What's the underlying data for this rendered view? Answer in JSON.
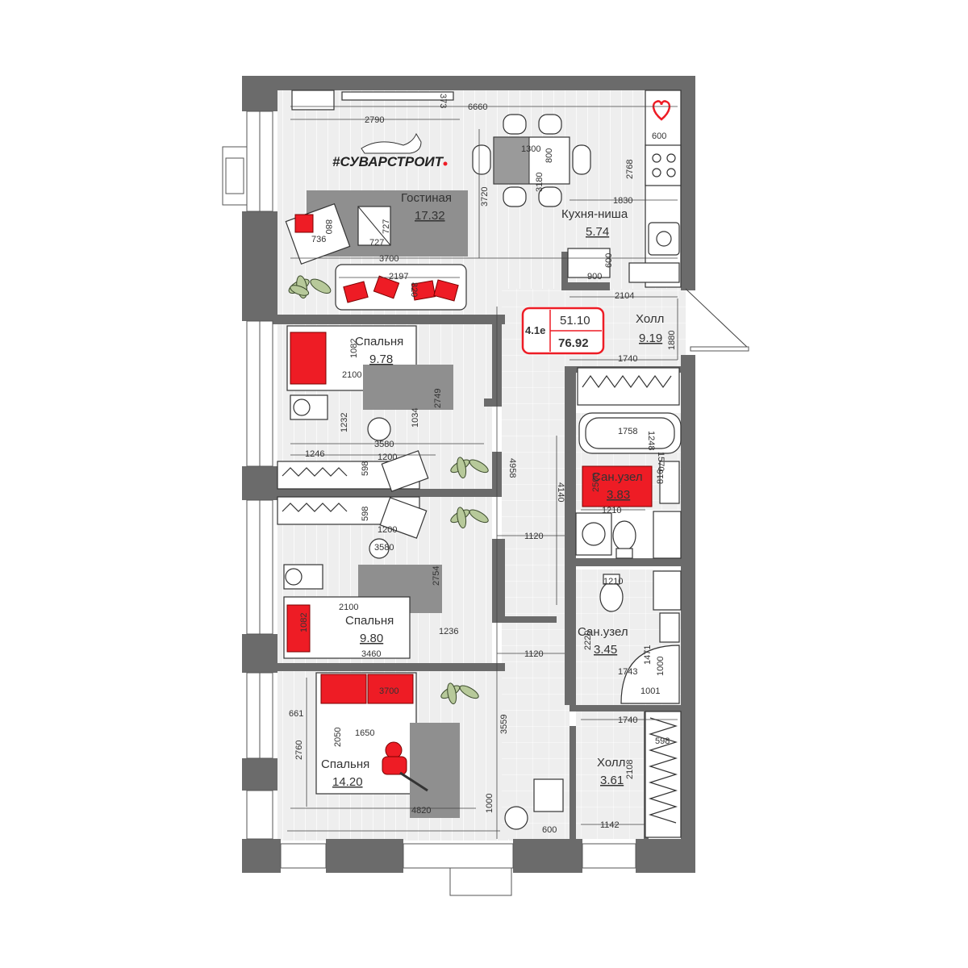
{
  "logo": {
    "text": "#СУВАРСТРОИТ"
  },
  "apartment": {
    "code": "4.1e",
    "living_area": "51.10",
    "total_area": "76.92"
  },
  "rooms": {
    "living": {
      "name": "Гостиная",
      "area": "17.32"
    },
    "kitchen": {
      "name": "Кухня-ниша",
      "area": "5.74"
    },
    "hall1": {
      "name": "Холл",
      "area": "9.19"
    },
    "bed1": {
      "name": "Спальня",
      "area": "9.78"
    },
    "bath1": {
      "name": "Сан.узел",
      "area": "3.83"
    },
    "bed2": {
      "name": "Спальня",
      "area": "9.80"
    },
    "bath2": {
      "name": "Сан.узел",
      "area": "3.45"
    },
    "bed3": {
      "name": "Спальня",
      "area": "14.20"
    },
    "hall2": {
      "name": "Холл",
      "area": "3.61"
    }
  },
  "dims": {
    "d6660": "6660",
    "d2790": "2790",
    "d373": "373",
    "d1300": "1300",
    "d800": "800",
    "d3180": "3180",
    "d3720": "3720",
    "d600k": "600",
    "d2768": "2768",
    "d1830": "1830",
    "d880": "880",
    "d736": "736",
    "d727a": "727",
    "d727b": "727",
    "d3700a": "3700",
    "d2197": "2197",
    "d820": "820",
    "d600s": "600",
    "d900": "900",
    "d2104": "2104",
    "d1880": "1880",
    "d1740a": "1740",
    "d1082a": "1082",
    "d2100a": "2100",
    "d2749": "2749",
    "d1034": "1034",
    "d1232": "1232",
    "d3580a": "3580",
    "d1246": "1246",
    "d1200a": "1200",
    "d598a": "598",
    "d4958": "4958",
    "d1758": "1758",
    "d1248": "1248",
    "d1570": "1570",
    "d2500": "2500",
    "d816": "816",
    "d1210a": "1210",
    "d4140": "4140",
    "d598b": "598",
    "d1200b": "1200",
    "d1120a": "1120",
    "d3580b": "3580",
    "d2754": "2754",
    "d1210b": "1210",
    "d2100b": "2100",
    "d1082b": "1082",
    "d1236": "1236",
    "d3460": "3460",
    "d1120b": "1120",
    "d2220": "2220",
    "d1471": "1471",
    "d1000a": "1000",
    "d1743": "1743",
    "d1001": "1001",
    "d3700b": "3700",
    "d661": "661",
    "d2050": "2050",
    "d1650": "1650",
    "d2760": "2760",
    "d3559": "3559",
    "d1740b": "1740",
    "d598c": "598",
    "d2108": "2108",
    "d4820": "4820",
    "d1000b": "1000",
    "d600b": "600",
    "d1142": "1142"
  },
  "icons": {
    "heart": "heart-icon",
    "cat": "cat-icon",
    "person": "person-icon",
    "plant": "plant-icon"
  },
  "colors": {
    "accent": "#ee1c25",
    "wall": "#6b6b6b",
    "floor": "#eeeeee"
  }
}
